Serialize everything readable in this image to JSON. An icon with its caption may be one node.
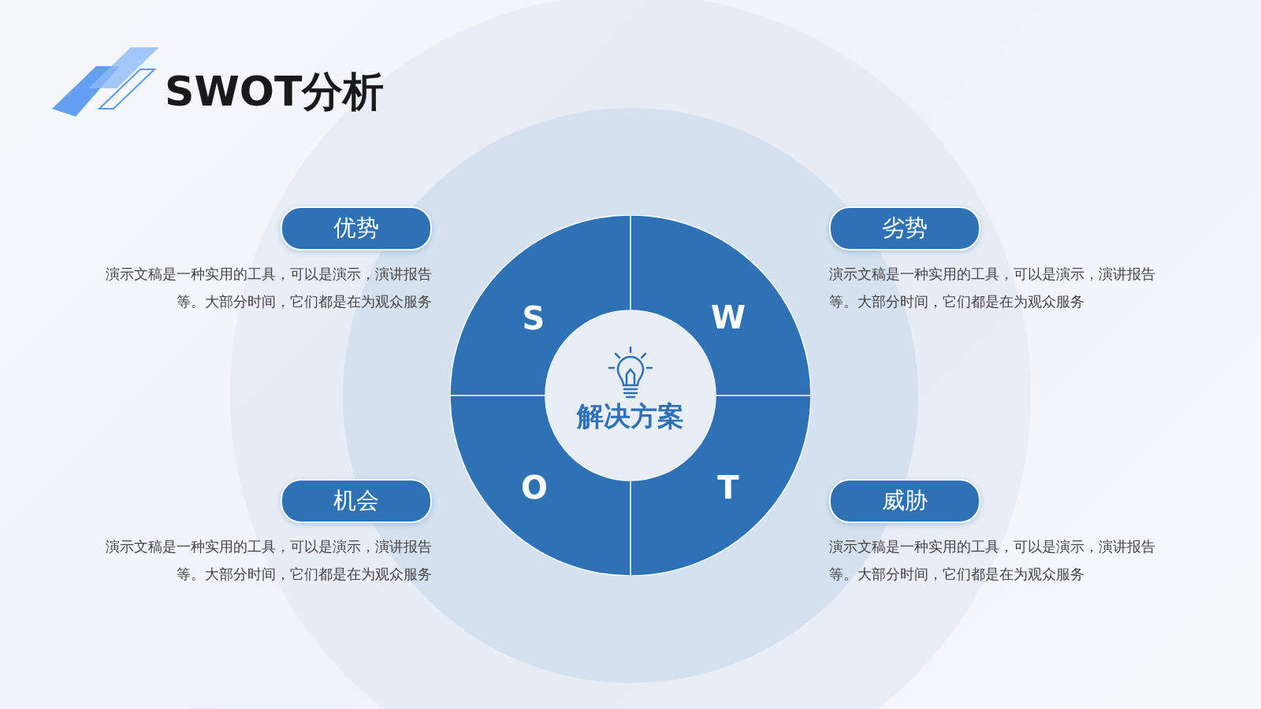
{
  "diagram": {
    "title": "SWOT分析",
    "nodes": [
      {
        "text": [
          "S"
        ]
      },
      {
        "text": [
          "W"
        ]
      },
      {
        "text": [
          "O"
        ]
      },
      {
        "text": [
          "T"
        ]
      },
      {
        "text": [
          "解决方案"
        ]
      },
      {
        "text": [
          "优势"
        ],
        "beside": [
          "演示文稿是一种实用的工具，可以是演示，演讲报告等。大部分时间，它们都是在为观众服务"
        ]
      },
      {
        "text": [
          "劣势"
        ],
        "beside": [
          "演示文稿是一种实用的工具，可以是演示，演讲报告等。大部分时间，它们都是在为观众服务"
        ]
      },
      {
        "text": [
          "机会"
        ],
        "beside": [
          "演示文稿是一种实用的工具，可以是演示，演讲报告等。大部分时间，它们都是在为观众服务"
        ]
      },
      {
        "text": [
          "威胁"
        ],
        "beside": [
          "演示文稿是一种实用的工具，可以是演示，演讲报告等。大部分时间，它们都是在为观众服务"
        ]
      }
    ]
  }
}
